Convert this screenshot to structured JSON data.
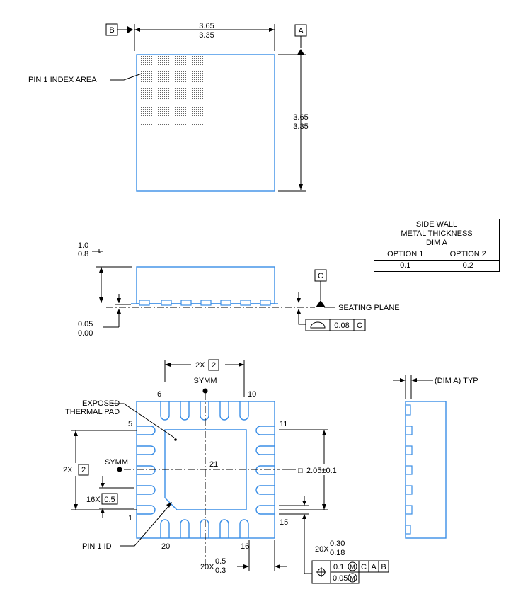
{
  "top_view": {
    "datum_b": "B",
    "datum_a": "A",
    "width_max": "3.65",
    "width_min": "3.35",
    "height_max": "3.65",
    "height_min": "3.35",
    "pin1_index_label": "PIN 1 INDEX AREA"
  },
  "side_view": {
    "height_max": "1.0",
    "height_min": "0.8",
    "standoff_max": "0.05",
    "standoff_min": "0.00",
    "datum_c": "C",
    "seating_plane": "SEATING PLANE",
    "flatness_value": "0.08",
    "flatness_datum": "C"
  },
  "side_wall_table": {
    "title_line1": "SIDE WALL",
    "title_line2": "METAL THICKNESS",
    "title_line3": "DIM A",
    "col1": "OPTION 1",
    "col2": "OPTION 2",
    "val1": "0.1",
    "val2": "0.2"
  },
  "bottom_view": {
    "top_span_prefix": "2X",
    "top_span_value": "2",
    "symm_top": "SYMM",
    "symm_left": "SYMM",
    "pin6": "6",
    "pin10": "10",
    "pin5": "5",
    "pin11": "11",
    "pin1": "1",
    "pin15": "15",
    "pin20": "20",
    "pin16": "16",
    "pad_number": "21",
    "exposed_pad_line1": "EXPOSED",
    "exposed_pad_line2": "THERMAL PAD",
    "left_span_prefix": "2X",
    "left_span_value": "2",
    "pitch_prefix": "16X",
    "pitch_value": "0.5",
    "pad_size_sym": "□",
    "pad_size": "2.05±0.1",
    "pin1_id_label": "PIN 1 ID",
    "lead_len_prefix": "20X",
    "lead_len_max": "0.5",
    "lead_len_min": "0.3",
    "lead_w_prefix": "20X",
    "lead_w_max": "0.30",
    "lead_w_min": "0.18",
    "fcf_value1": "0.1",
    "fcf_value2": "0.05",
    "fcf_mod": "M",
    "fcf_c": "C",
    "fcf_a": "A",
    "fcf_b": "B"
  },
  "right_view": {
    "dim_label": "(DIM A) TYP"
  }
}
